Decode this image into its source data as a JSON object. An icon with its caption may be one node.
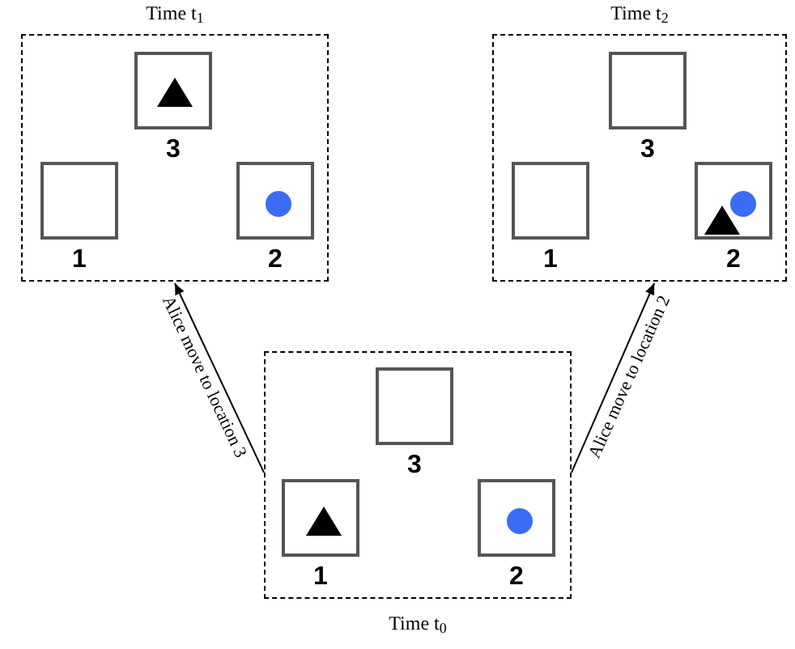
{
  "diagram": {
    "nodes": [
      {
        "text": [
          "Time t$_{1}$"
        ]
      },
      {
        "text": [
          "3"
        ],
        "in": 0
      },
      {
        "text": [],
        "shape": "triangle",
        "in": 1
      },
      {
        "text": [
          "1"
        ],
        "in": 0
      },
      {
        "text": [
          "2"
        ],
        "in": 0
      },
      {
        "text": [],
        "shape": "circle",
        "in": 4
      },
      {
        "text": [
          "Time t$_{2}$"
        ]
      },
      {
        "text": [
          "3"
        ],
        "in": 6
      },
      {
        "text": [
          "1"
        ],
        "in": 6
      },
      {
        "text": [
          "2"
        ],
        "in": 6
      },
      {
        "text": [],
        "shape": "circle",
        "in": 9
      },
      {
        "text": [],
        "shape": "triangle",
        "in": 9
      },
      {
        "text": [
          "Time t$_{0}$"
        ]
      },
      {
        "text": [
          "3"
        ],
        "in": 12
      },
      {
        "text": [
          "1"
        ],
        "in": 12
      },
      {
        "text": [],
        "shape": "triangle",
        "in": 14
      },
      {
        "text": [
          "2"
        ],
        "in": 12
      },
      {
        "text": [],
        "shape": "circle",
        "in": 16
      }
    ],
    "edges": [
      {
        "from": 12,
        "to": 0,
        "arrow": "to",
        "label": "Alice move to location 3"
      },
      {
        "from": 12,
        "to": 6,
        "arrow": "to",
        "label": "Alice move to location 2"
      }
    ]
  }
}
